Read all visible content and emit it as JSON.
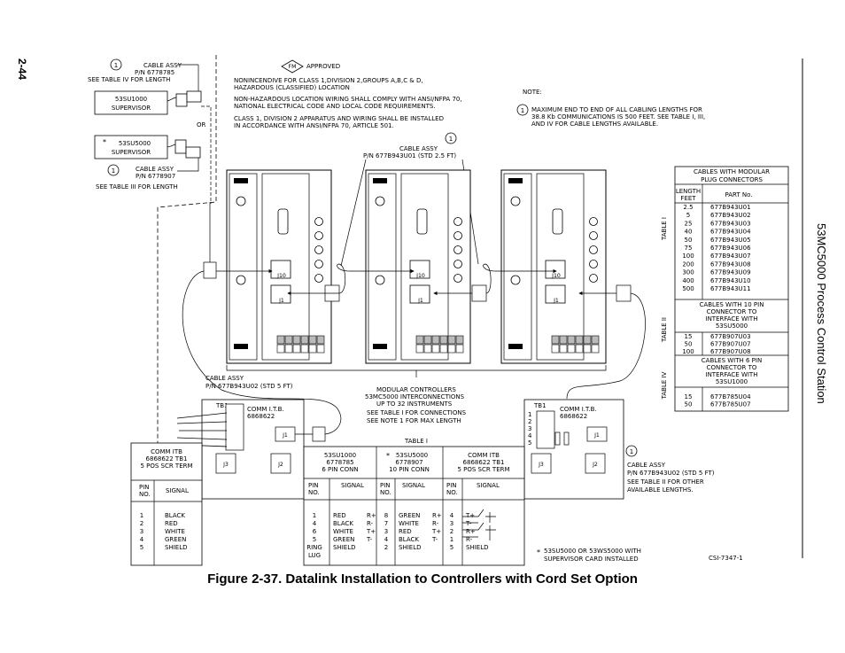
{
  "page_number": "2-44",
  "side_title": "53MC5000 Process Control Station",
  "figure_caption": "Figure 2-37.  Datalink Installation to Controllers with Cord Set Option",
  "drawing_id": "CSI-7347-1",
  "fm_logo": "FM",
  "approved": "APPROVED",
  "notes": {
    "nonincendive": [
      "NONINCENDIVE FOR CLASS 1,DIVISION 2,GROUPS A,B,C & D,",
      "HAZARDOUS (CLASSIFIED) LOCATION"
    ],
    "nonhazardous": [
      "NON-HAZARDOUS LOCATION WIRING SHALL COMPLY WITH ANSI/NFPA 70,",
      "NATIONAL ELECTRICAL CODE AND LOCAL CODE REQUIREMENTS."
    ],
    "class1": [
      "CLASS 1, DIVISION 2 APPARATUS AND WIRING SHALL BE INSTALLED",
      "IN ACCORDANCE WITH ANSI/NFPA 70, ARTICLE 501."
    ],
    "note_title": "NOTE:",
    "note1": [
      "MAXIMUM END TO END OF ALL CABLING LENGTHS FOR",
      "38.8 Kb COMMUNICATIONS IS 500 FEET. SEE TABLE I, III,",
      "AND IV FOR CABLE LENGTHS AVAILABLE."
    ]
  },
  "circle_label": "1",
  "cable_top": [
    "CABLE ASSY",
    "P/N 6778785",
    "SEE TABLE IV FOR LENGTH"
  ],
  "cable_mid": [
    "CABLE ASSY",
    "P/N 6778907",
    "SEE TABLE III FOR LENGTH"
  ],
  "cable_left": [
    "CABLE ASSY",
    "P/N 677B943U02 (STD 5 FT)"
  ],
  "cable_center": [
    "CABLE ASSY",
    "P/N 677B943U01 (STD 2.5 FT)"
  ],
  "cable_right": [
    "CABLE ASSY",
    "P/N 677B943U02 (STD 5 FT)",
    "SEE TABLE II FOR OTHER",
    "AVAILABLE LENGTHS."
  ],
  "supervisor1": [
    "53SU1000",
    "SUPERVISOR"
  ],
  "supervisor2": [
    "53SU5000",
    "SUPERVISOR"
  ],
  "or_label": "OR",
  "asterisk": "*",
  "j_labels": {
    "j10": "J10",
    "j1": "J1",
    "j2": "J2",
    "j3": "J3"
  },
  "modular": [
    "MODULAR CONTROLLERS",
    "53MC5000 INTERCONNECTIONS",
    "UP TO 32 INSTRUMENTS",
    "SEE TABLE I FOR CONNECTIONS",
    "SEE NOTE 1 FOR MAX LENGTH"
  ],
  "comm_ltb": [
    "COMM I.T.B.",
    "6868622"
  ],
  "tb1": "TB1",
  "tb_nums": [
    "1",
    "2",
    "3",
    "4",
    "5"
  ],
  "supervisor_card": [
    "53SU5000 OR 53WS5000 WITH",
    "SUPERVISOR CARD INSTALLED"
  ],
  "table_right": {
    "title_t1": [
      "CABLES WITH MODULAR",
      "PLUG CONNECTORS"
    ],
    "t1_label": "TABLE I",
    "t1_headers": [
      "LENGTH",
      "FEET",
      "PART No."
    ],
    "t1_rows": [
      [
        "2.5",
        "677B943U01"
      ],
      [
        "5",
        "677B943U02"
      ],
      [
        "25",
        "677B943U03"
      ],
      [
        "40",
        "677B943U04"
      ],
      [
        "50",
        "677B943U05"
      ],
      [
        "75",
        "677B943U06"
      ],
      [
        "100",
        "677B943U07"
      ],
      [
        "200",
        "677B943U08"
      ],
      [
        "300",
        "677B943U09"
      ],
      [
        "400",
        "677B943U10"
      ],
      [
        "500",
        "677B943U11"
      ]
    ],
    "title_t2": [
      "CABLES WITH 10 PIN",
      "CONNECTOR TO",
      "INTERFACE WITH",
      "53SU5000"
    ],
    "t2_label": "TABLE II",
    "t2_rows": [
      [
        "15",
        "677B907U03"
      ],
      [
        "50",
        "677B907U07"
      ],
      [
        "100",
        "677B907U08"
      ]
    ],
    "title_t4": [
      "CABLES WITH 6 PIN",
      "CONNECTOR TO",
      "INTERFACE WITH",
      "53SU1000"
    ],
    "t4_label": "TABLE IV",
    "t4_rows": [
      [
        "15",
        "677B785U04"
      ],
      [
        "50",
        "677B785U07"
      ]
    ]
  },
  "bottom_left": {
    "title": [
      "COMM ITB",
      "6868622  TB1",
      "5 POS SCR TERM"
    ],
    "headers": [
      "PIN",
      "NO.",
      "SIGNAL"
    ],
    "rows": [
      [
        "1",
        "BLACK"
      ],
      [
        "2",
        "RED"
      ],
      [
        "3",
        "WHITE"
      ],
      [
        "4",
        "GREEN"
      ],
      [
        "5",
        "SHIELD"
      ]
    ]
  },
  "table1": {
    "title": "TABLE I",
    "h1": [
      "53SU1000",
      "6778785",
      "6 PIN CONN"
    ],
    "h2": [
      "53SU5000",
      "6778907",
      "10 PIN CONN"
    ],
    "h3": [
      "COMM ITB",
      "6868622  TB1",
      "5 POS SCR TERM"
    ],
    "col_pin": [
      "PIN",
      "NO."
    ],
    "col_signal": "SIGNAL",
    "c1_pins": [
      "1",
      "4",
      "6",
      "5",
      "RING",
      "LUG"
    ],
    "c1_sig": [
      "RED",
      "BLACK",
      "WHITE",
      "GREEN",
      "SHIELD"
    ],
    "c1_pol": [
      "R+",
      "R-",
      "T+",
      "T-"
    ],
    "c2_pins": [
      "8",
      "7",
      "3",
      "4",
      "2"
    ],
    "c2_sig": [
      "GREEN",
      "WHITE",
      "RED",
      "BLACK",
      "SHIELD"
    ],
    "c2_pol": [
      "R+",
      "R-",
      "T+",
      "T-"
    ],
    "c3_pins": [
      "4",
      "3",
      "2",
      "1",
      "5"
    ],
    "c3_sig": [
      "T+",
      "T-",
      "R+",
      "R-",
      "SHIELD"
    ]
  }
}
